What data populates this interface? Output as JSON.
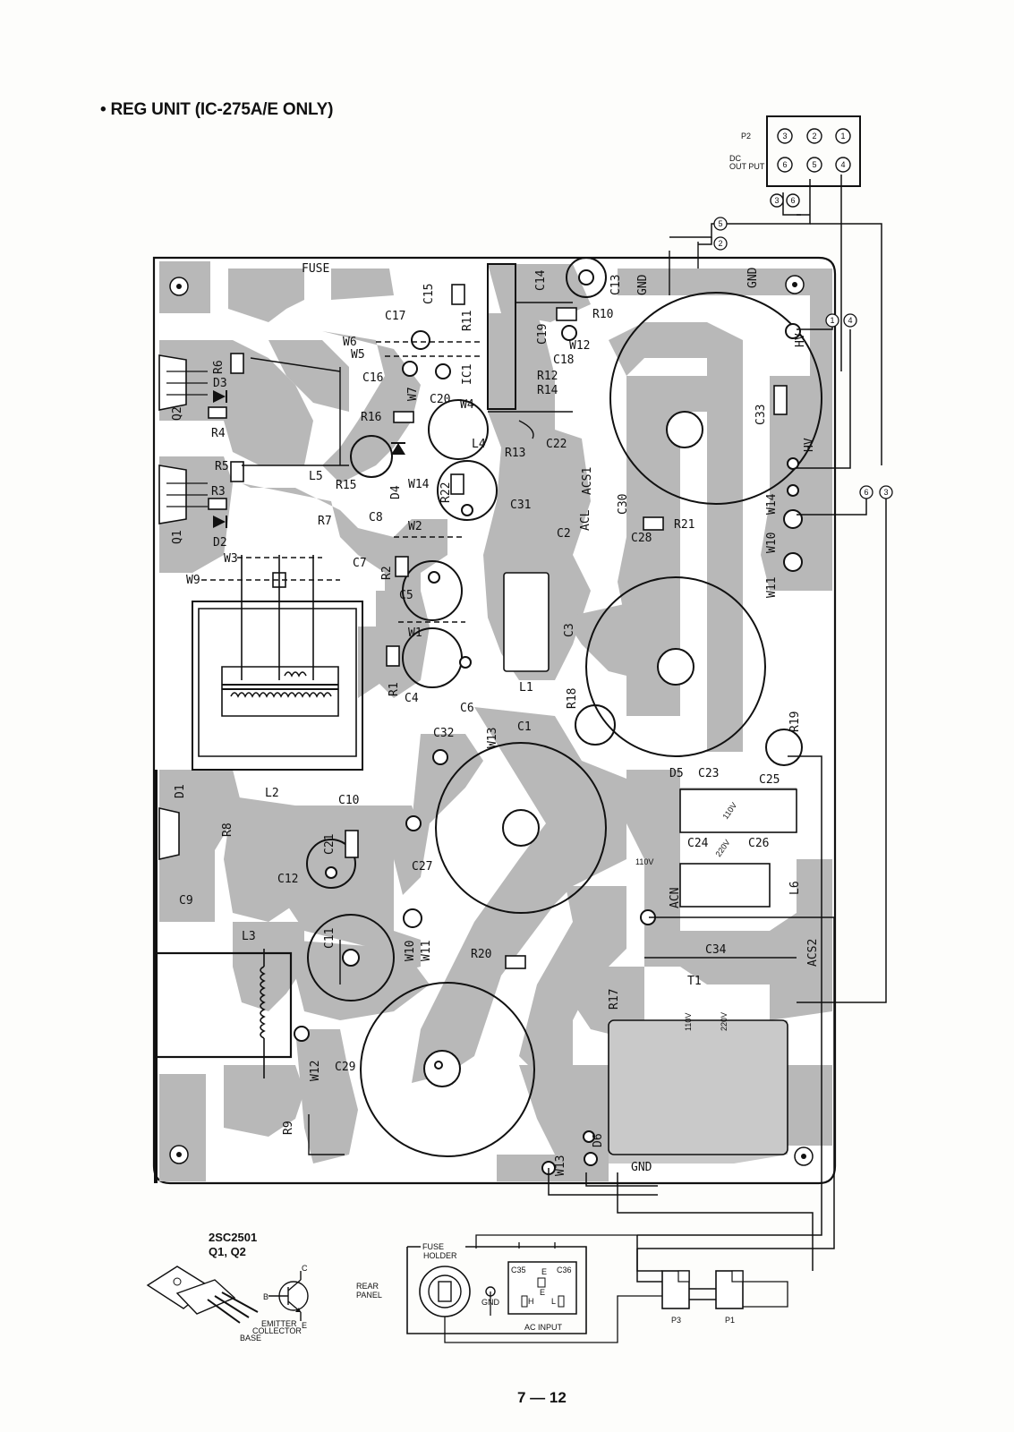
{
  "title": "• REG UNIT (IC-275A/E ONLY)",
  "page_number": "7 — 12",
  "transistor": {
    "part": "2SC2501",
    "refs": "Q1, Q2",
    "pins": {
      "c": "C",
      "b": "B",
      "e": "E"
    },
    "legs": [
      "EMITTER",
      "COLLECTOR",
      "BASE"
    ]
  },
  "connector_p2": {
    "name": "P2",
    "caption_1": "DC",
    "caption_2": "OUT PUT",
    "pins": [
      "3",
      "2",
      "1",
      "6",
      "5",
      "4"
    ],
    "wire_tags": [
      "3",
      "6"
    ]
  },
  "harness_tags": [
    "5",
    "2",
    "1",
    "4",
    "6",
    "3"
  ],
  "rear_panel": {
    "caption_1": "REAR",
    "caption_2": "PANEL",
    "fuse_1": "FUSE",
    "fuse_2": "HOLDER",
    "gnd": "GND",
    "ac_input": "AC INPUT",
    "caps": [
      "C35",
      "C36"
    ],
    "terminals": [
      "E",
      "E",
      "H",
      "L"
    ],
    "p3": "P3",
    "p1": "P1"
  },
  "pcb_labels": [
    {
      "t": "FUSE"
    },
    {
      "t": "C15"
    },
    {
      "t": "C14"
    },
    {
      "t": "C13"
    },
    {
      "t": "GND"
    },
    {
      "t": "GND"
    },
    {
      "t": "C17"
    },
    {
      "t": "R11"
    },
    {
      "t": "R10"
    },
    {
      "t": "W6"
    },
    {
      "t": "W5"
    },
    {
      "t": "C19"
    },
    {
      "t": "W12"
    },
    {
      "t": "C18"
    },
    {
      "t": "HV"
    },
    {
      "t": "R6"
    },
    {
      "t": "C16"
    },
    {
      "t": "IC1"
    },
    {
      "t": "R12"
    },
    {
      "t": "R14"
    },
    {
      "t": "D3"
    },
    {
      "t": "W7"
    },
    {
      "t": "C20"
    },
    {
      "t": "W4"
    },
    {
      "t": "Q2"
    },
    {
      "t": "R16"
    },
    {
      "t": "C33"
    },
    {
      "t": "R4"
    },
    {
      "t": "L4"
    },
    {
      "t": "C22"
    },
    {
      "t": "R13"
    },
    {
      "t": "HV"
    },
    {
      "t": "R5"
    },
    {
      "t": "L5"
    },
    {
      "t": "R15"
    },
    {
      "t": "D4"
    },
    {
      "t": "W14"
    },
    {
      "t": "R22"
    },
    {
      "t": "ACS1"
    },
    {
      "t": "R3"
    },
    {
      "t": "C31"
    },
    {
      "t": "C30"
    },
    {
      "t": "W14"
    },
    {
      "t": "Q1"
    },
    {
      "t": "R7"
    },
    {
      "t": "C8"
    },
    {
      "t": "ACL"
    },
    {
      "t": "C28"
    },
    {
      "t": "R21"
    },
    {
      "t": "D2"
    },
    {
      "t": "W2"
    },
    {
      "t": "C2"
    },
    {
      "t": "W10"
    },
    {
      "t": "W3"
    },
    {
      "t": "C7"
    },
    {
      "t": "W9"
    },
    {
      "t": "R2"
    },
    {
      "t": "W11"
    },
    {
      "t": "C5"
    },
    {
      "t": "C3"
    },
    {
      "t": "W1"
    },
    {
      "t": "R1"
    },
    {
      "t": "C4"
    },
    {
      "t": "L1"
    },
    {
      "t": "R18"
    },
    {
      "t": "C6"
    },
    {
      "t": "C1"
    },
    {
      "t": "R19"
    },
    {
      "t": "C32"
    },
    {
      "t": "W13"
    },
    {
      "t": "D1"
    },
    {
      "t": "L2"
    },
    {
      "t": "D5"
    },
    {
      "t": "C23"
    },
    {
      "t": "C25"
    },
    {
      "t": "C10"
    },
    {
      "t": "110V"
    },
    {
      "t": "R8"
    },
    {
      "t": "C21"
    },
    {
      "t": "C24"
    },
    {
      "t": "220V"
    },
    {
      "t": "C26"
    },
    {
      "t": "C27"
    },
    {
      "t": "110V"
    },
    {
      "t": "C12"
    },
    {
      "t": "L6"
    },
    {
      "t": "C9"
    },
    {
      "t": "ACN"
    },
    {
      "t": "L3"
    },
    {
      "t": "C11"
    },
    {
      "t": "W10"
    },
    {
      "t": "W11"
    },
    {
      "t": "R20"
    },
    {
      "t": "C34"
    },
    {
      "t": "ACS2"
    },
    {
      "t": "R17"
    },
    {
      "t": "T1"
    },
    {
      "t": "110V"
    },
    {
      "t": "220V"
    },
    {
      "t": "W12"
    },
    {
      "t": "C29"
    },
    {
      "t": "R9"
    },
    {
      "t": "D6"
    },
    {
      "t": "W13"
    },
    {
      "t": "GND"
    }
  ]
}
